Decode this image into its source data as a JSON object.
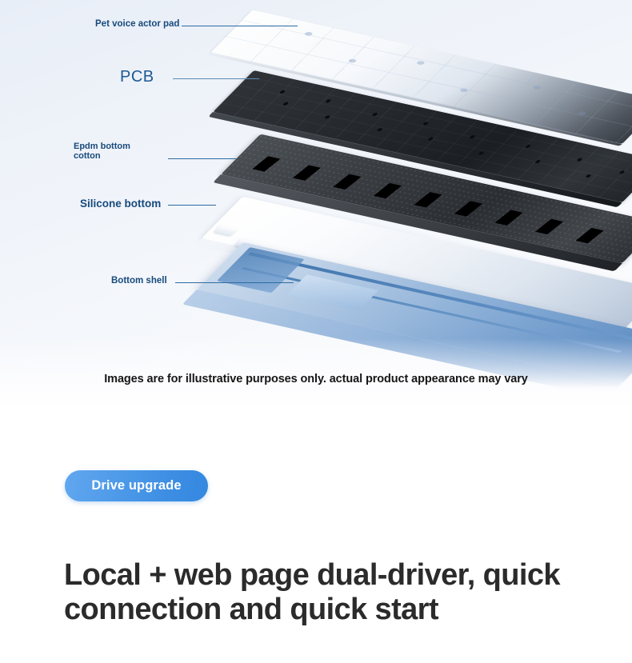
{
  "exploded_view": {
    "callouts": [
      {
        "id": "pet",
        "label": "Pet voice actor pad"
      },
      {
        "id": "pcb",
        "label": "PCB"
      },
      {
        "id": "epdm",
        "label": "Epdm bottom\ncotton"
      },
      {
        "id": "silicone",
        "label": "Silicone bottom"
      },
      {
        "id": "shell",
        "label": "Bottom shell"
      }
    ],
    "disclaimer": "Images are for illustrative purposes only. actual product appearance may vary",
    "label_color": "#174a7c",
    "leader_color": "#2b6ca3",
    "background_gradient": [
      "#e8eef7",
      "#ffffff"
    ]
  },
  "driver_section": {
    "badge_label": "Drive upgrade",
    "badge_color_start": "#62a7ef",
    "badge_color_end": "#3488e0",
    "badge_text_color": "#ffffff",
    "headline": "Local + web page dual-driver, quick connection and quick start",
    "headline_color": "#2b2b2b"
  }
}
